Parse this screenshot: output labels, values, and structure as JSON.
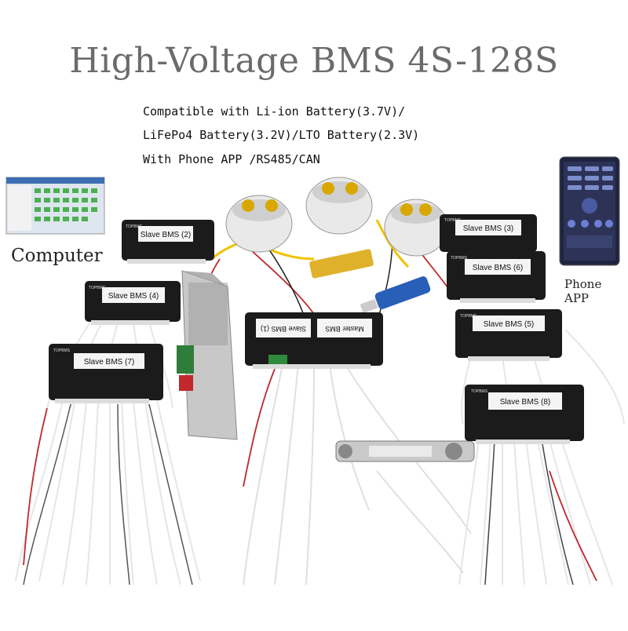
{
  "title": "High-Voltage BMS 4S-128S",
  "subtitle_lines": [
    "Compatible with Li-ion Battery(3.7V)/",
    "LiFePo4 Battery(3.2V)/LTO Battery(2.3V)",
    "With Phone APP /RS485/CAN"
  ],
  "labels": {
    "computer": "Computer",
    "phone": "Phone APP"
  },
  "brand": "TOPBMS",
  "modules": {
    "slave2": "Slave BMS (2)",
    "slave3": "Slave BMS (3)",
    "slave4": "Slave BMS (4)",
    "slave5": "Slave BMS (5)",
    "slave6": "Slave BMS (6)",
    "slave7": "Slave BMS (7)",
    "slave8": "Slave BMS (8)",
    "slave1": "Slave BMS (1)",
    "master": "Master BMS"
  },
  "colors": {
    "module": "#1b1b1b",
    "wire_white": "#e8e8e8",
    "wire_red": "#c0282c",
    "wire_yellow": "#f2c200",
    "title": "#6b6b6b"
  }
}
